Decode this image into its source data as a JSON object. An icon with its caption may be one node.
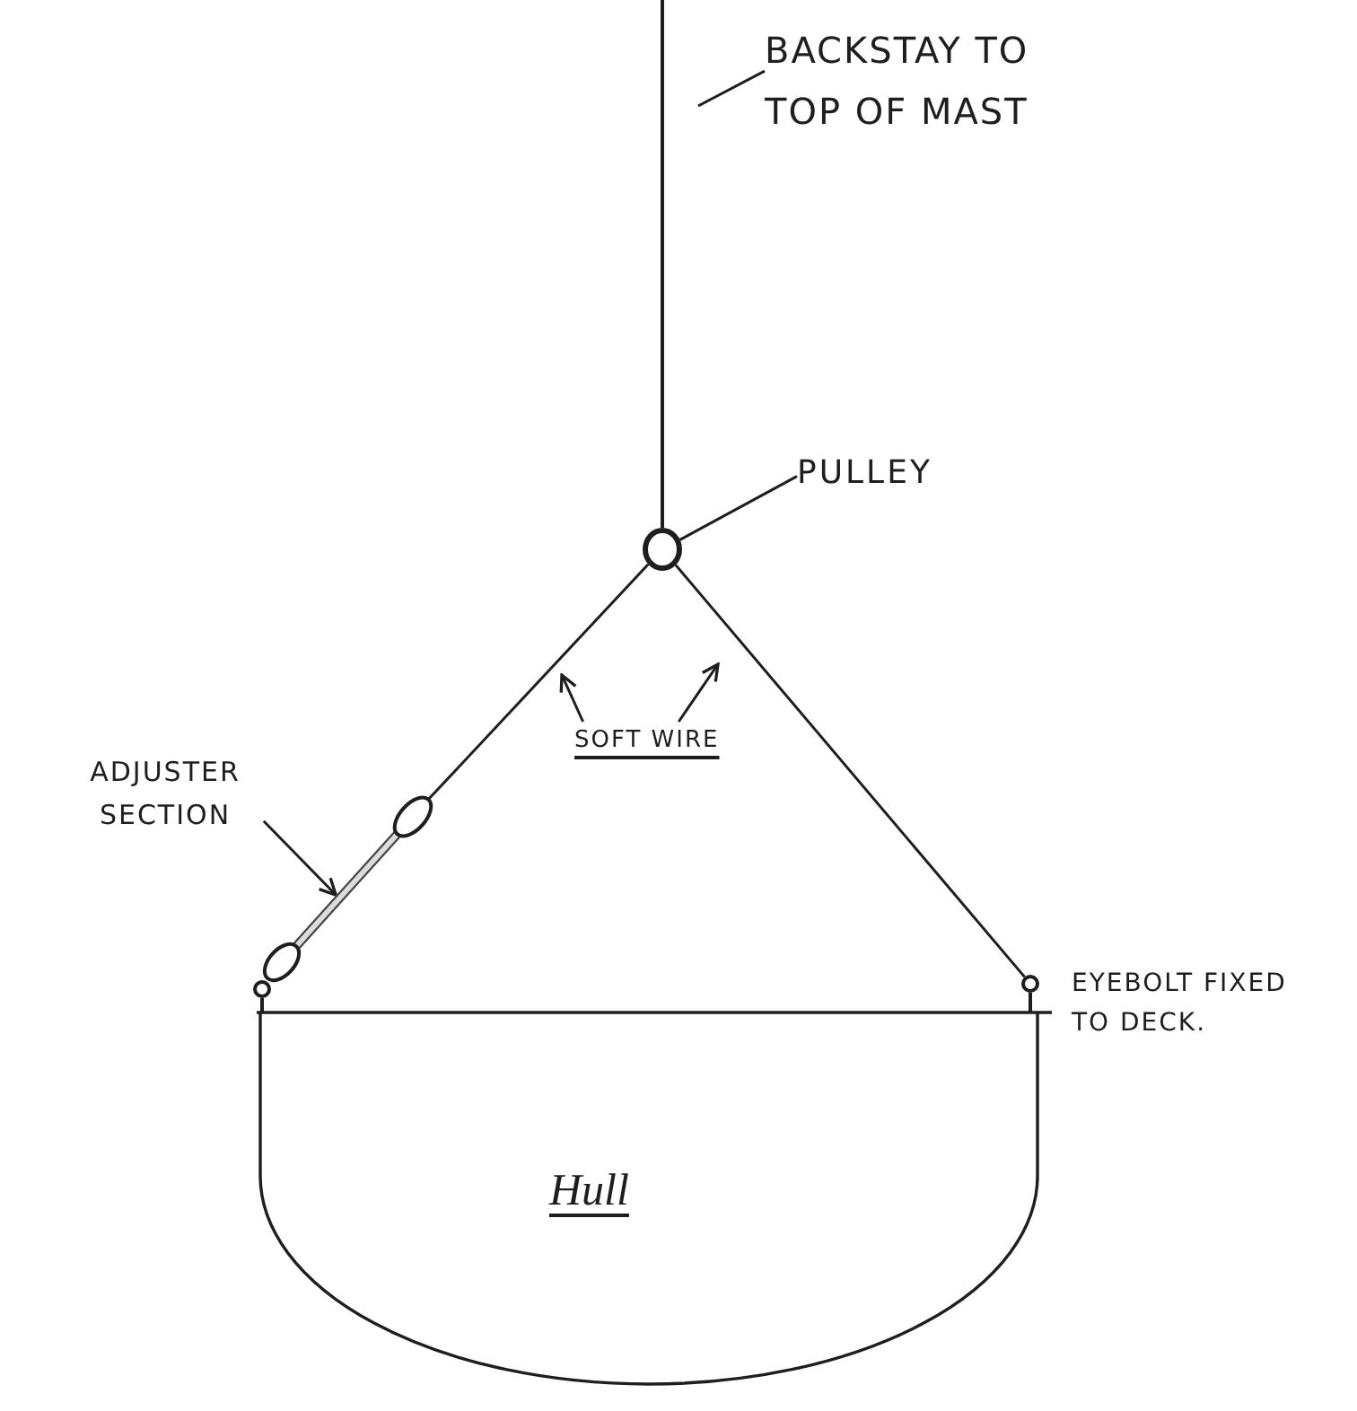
{
  "diagram": {
    "nodes": [
      {
        "text": [
          "BACKSTAY TO TOP OF MAST"
        ]
      },
      {
        "text": [
          "PULLEY"
        ]
      },
      {
        "text": [],
        "shape": "circle"
      },
      {
        "text": [
          "SOFT WIRE"
        ]
      },
      {
        "text": [
          "ADJUSTER SECTION"
        ]
      },
      {
        "text": [],
        "shape": "bar"
      },
      {
        "text": [],
        "shape": "circle"
      },
      {
        "text": [],
        "shape": "circle",
        "beside": [
          "EYEBOLT FIXED TO DECK."
        ]
      },
      {
        "text": [
          "Hull"
        ]
      }
    ],
    "edges": [
      {
        "from": null,
        "to": 2,
        "arrow": "none"
      },
      {
        "from": 0,
        "to": null,
        "arrow": "none"
      },
      {
        "from": 1,
        "to": 2,
        "arrow": "none"
      },
      {
        "from": 2,
        "to": 5,
        "arrow": "none"
      },
      {
        "from": 2,
        "to": 7,
        "arrow": "none"
      },
      {
        "from": 3,
        "to": null,
        "arrow": "to"
      },
      {
        "from": 3,
        "to": null,
        "arrow": "to"
      },
      {
        "from": 4,
        "to": 5,
        "arrow": "to"
      },
      {
        "from": 6,
        "to": 8,
        "arrow": "none"
      },
      {
        "from": 7,
        "to": 8,
        "arrow": "none"
      }
    ]
  }
}
